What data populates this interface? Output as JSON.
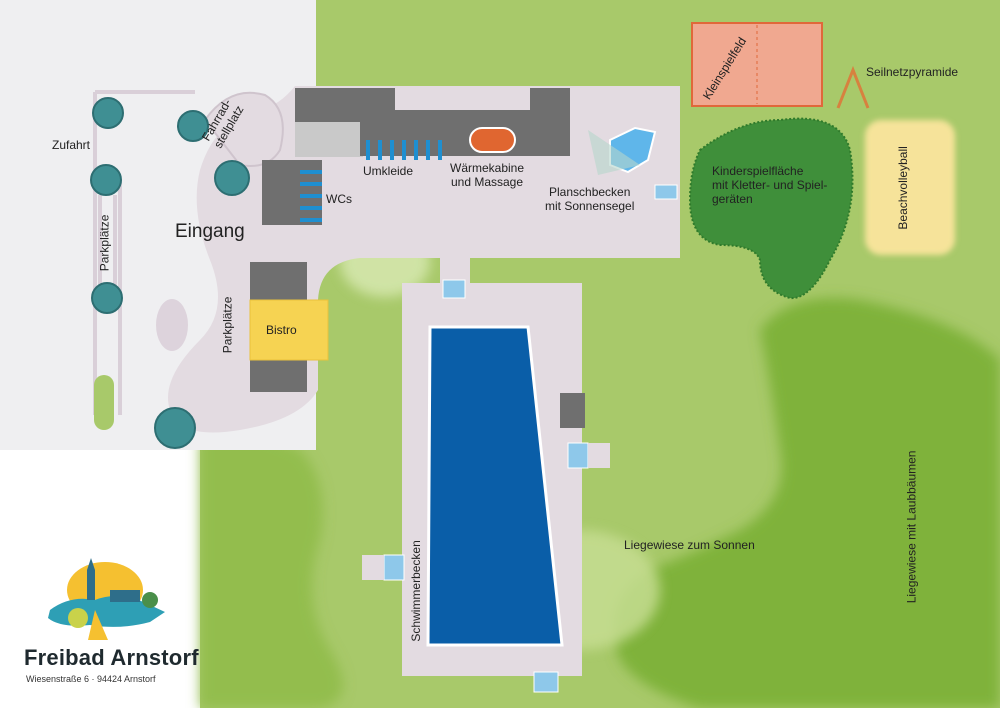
{
  "map": {
    "labels": {
      "zufahrt": "Zufahrt",
      "parkplaetze_left": "Parkplätze",
      "fahrradstellplatz_1": "Fahrrad-",
      "fahrradstellplatz_2": "stellplatz",
      "eingang": "Eingang",
      "wcs": "WCs",
      "parkplaetze_mid": "Parkplätze",
      "bistro": "Bistro",
      "umkleide": "Umkleide",
      "waermekabine_1": "Wärmekabine",
      "waermekabine_2": "und Massage",
      "planschbecken_1": "Planschbecken",
      "planschbecken_2": "mit Sonnensegel",
      "kleinspielfeld": "Kleinspielfeld",
      "seilnetzpyramide": "Seilnetzpyramide",
      "kinderspiel_1": "Kinderspielfläche",
      "kinderspiel_2": "mit Kletter- und Spiel-",
      "kinderspiel_3": "geräten",
      "beachvolleyball": "Beachvolleyball",
      "schwimmerbecken": "Schwimmerbecken",
      "liegewiese_sonne": "Liegewiese zum Sonnen",
      "liegewiese_baeume": "Liegewiese mit Laubbäumen"
    },
    "colors": {
      "lawn": "#a8c96a",
      "tree_area": "#7fb23a",
      "paving": "#e3dbe1",
      "parking_bg": "#efeff1",
      "building": "#6f6f6f",
      "pool": "#0a5ea8",
      "pool_edge": "#ffffff",
      "shower": "#8ec8ea",
      "bistro": "#f6d352",
      "beach": "#f6e39a",
      "field": "#f0a890",
      "sauna": "#e06630",
      "playground": "#3f8f3a",
      "tree": "#3f8f93"
    }
  },
  "logo": {
    "title": "Freibad Arnstorf",
    "address": "Wiesenstraße 6 · 94424 Arnstorf"
  }
}
